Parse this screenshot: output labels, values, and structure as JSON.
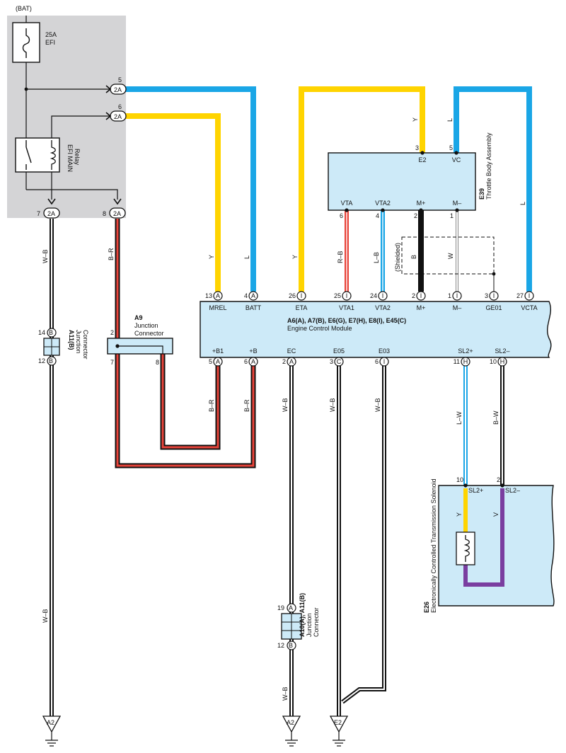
{
  "colors": {
    "relay_box": "#d4d4d6",
    "component_fill": "#cdeaf8",
    "wire_blue": "#1aa6e6",
    "wire_yellow": "#ffd400",
    "wire_red": "#e8443a",
    "wire_purple": "#7a3ea0",
    "wire_black": "#111111"
  },
  "power": {
    "bat_label": "(BAT)",
    "fuse_rating": "25A",
    "fuse_name": "EFI",
    "relay_name": "EFI MAIN",
    "relay_word": "Relay",
    "conn_code": "2A",
    "pin5": "5",
    "pin6": "6",
    "pin7": "7",
    "pin8": "8"
  },
  "ecm": {
    "title": "A6(A), A7(B), E6(G), E7(H), E8(I), E45(C)",
    "subtitle": "Engine Control Module",
    "top_pins": [
      {
        "num": "13",
        "conn": "A",
        "name": "MREL"
      },
      {
        "num": "4",
        "conn": "A",
        "name": "BATT"
      },
      {
        "num": "26",
        "conn": "I",
        "name": "ETA"
      },
      {
        "num": "25",
        "conn": "I",
        "name": "VTA1"
      },
      {
        "num": "24",
        "conn": "I",
        "name": "VTA2"
      },
      {
        "num": "2",
        "conn": "I",
        "name": "M+"
      },
      {
        "num": "1",
        "conn": "I",
        "name": "M–"
      },
      {
        "num": "3",
        "conn": "I",
        "name": "GE01"
      },
      {
        "num": "27",
        "conn": "I",
        "name": "VCTA"
      }
    ],
    "bottom_pins": [
      {
        "num": "5",
        "conn": "A",
        "name": "+B1"
      },
      {
        "num": "6",
        "conn": "A",
        "name": "+B"
      },
      {
        "num": "2",
        "conn": "A",
        "name": "EC"
      },
      {
        "num": "3",
        "conn": "C",
        "name": "E05"
      },
      {
        "num": "6",
        "conn": "I",
        "name": "E03"
      },
      {
        "num": "11",
        "conn": "H",
        "name": "SL2+"
      },
      {
        "num": "10",
        "conn": "H",
        "name": "SL2–"
      }
    ]
  },
  "throttle": {
    "code": "E39",
    "name": "Throttle Body Assembly",
    "top_pins": [
      {
        "num": "3",
        "name": "E2"
      },
      {
        "num": "5",
        "name": "VC"
      }
    ],
    "bottom_pins": [
      {
        "num": "6",
        "name": "VTA"
      },
      {
        "num": "4",
        "name": "VTA2"
      },
      {
        "num": "2",
        "name": "M+"
      },
      {
        "num": "1",
        "name": "M–"
      }
    ],
    "shielded": "(Shielded)"
  },
  "solenoid": {
    "code": "E26",
    "name": "Electronically Controlled Transmission Solenoid",
    "pin_a_num": "10",
    "pin_a_name": "SL2+",
    "pin_b_num": "2",
    "pin_b_name": "SL2–"
  },
  "junction_a9": {
    "code": "A9",
    "name_line1": "Junction",
    "name_line2": "Connector",
    "pin2": "2",
    "pin7": "7",
    "pin8": "8"
  },
  "junction_a11": {
    "code": "A11(B)",
    "name_line1": "Junction",
    "name_line2": "Connector",
    "top_num": "14",
    "top_conn": "B",
    "bot_num": "12",
    "bot_conn": "B"
  },
  "junction_a10": {
    "code": "A10(A), A11(B)",
    "name_line1": "Junction",
    "name_line2": "Connector",
    "top_num": "19",
    "top_conn": "A",
    "bot_num": "12",
    "bot_conn": "B"
  },
  "wire_colors": {
    "l": "L",
    "y": "Y",
    "rb": "R–B",
    "lb": "L–B",
    "b": "B",
    "w": "W",
    "wb": "W–B",
    "br": "B–R",
    "lw": "L–W",
    "bw": "B–W",
    "v": "V"
  },
  "grounds": {
    "g1": "A2",
    "g2": "A2",
    "g3": "E2"
  }
}
